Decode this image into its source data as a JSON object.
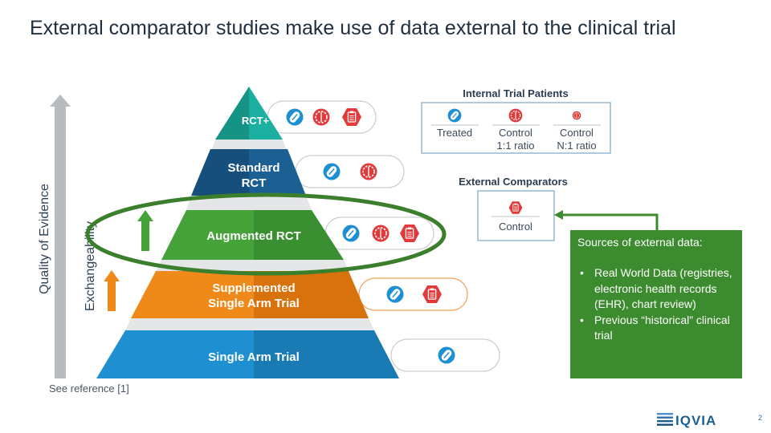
{
  "slide": {
    "title": "External comparator studies make use of data external to the clinical trial",
    "reference": "See reference [1]",
    "page_number": "2",
    "logo_text": "IQVIA"
  },
  "axes": {
    "quality": "Quality of Evidence",
    "exchangeability": "Exchangeability"
  },
  "pyramid": {
    "levels": [
      {
        "label": "RCT+",
        "icons": [
          "treated-pill-icon",
          "control-pill-icon",
          "control-clipboard-icon"
        ]
      },
      {
        "label": "Standard RCT",
        "icons": [
          "treated-pill-icon",
          "control-pill-icon"
        ]
      },
      {
        "label": "Augmented RCT",
        "icons": [
          "treated-pill-icon",
          "control-pill-icon",
          "control-clipboard-icon"
        ]
      },
      {
        "label": "Supplemented Single Arm Trial",
        "icons": [
          "treated-pill-icon",
          "control-clipboard-icon"
        ]
      },
      {
        "label": "Single Arm Trial",
        "icons": [
          "treated-pill-icon"
        ]
      }
    ],
    "colors": {
      "rct_plus": "#1aaf9f",
      "standard": "#1c5f93",
      "augmented": "#45a33a",
      "supplemented": "#ef8a1a",
      "single_arm": "#1e8fd0",
      "highlight_ellipse": "#3b7f2c"
    }
  },
  "legend": {
    "internal_title": "Internal Trial Patients",
    "items": [
      {
        "line1": "Treated",
        "line2": ""
      },
      {
        "line1": "Control",
        "line2": "1:1 ratio"
      },
      {
        "line1": "Control",
        "line2": "N:1 ratio"
      }
    ],
    "external_title": "External Comparators",
    "external_item": "Control"
  },
  "sources_box": {
    "heading": "Sources of external data:",
    "bullets": [
      "Real World Data (registries, electronic health records (EHR), chart review)",
      "Previous “historical” clinical trial"
    ]
  }
}
